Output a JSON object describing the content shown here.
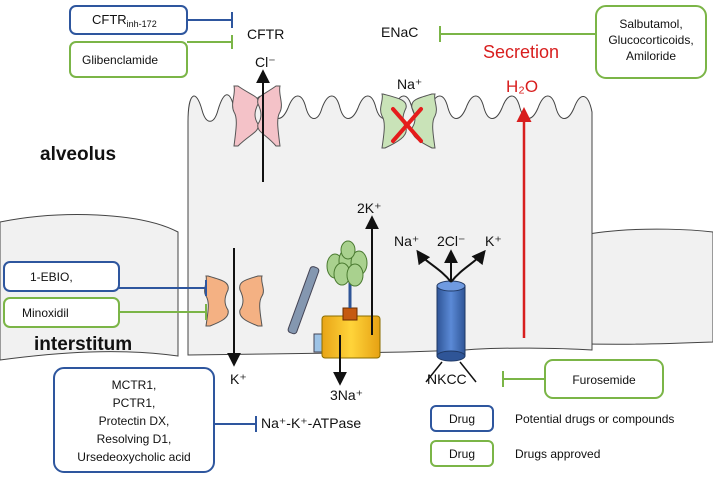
{
  "regions": {
    "alveolus": "alveolus",
    "interstitum": "interstitum"
  },
  "channels": {
    "cftr": "CFTR",
    "enac": "ENaC",
    "nkcc": "NKCC",
    "atpase": "Na⁺-K⁺-ATPase"
  },
  "ions": {
    "cl": "Cl⁻",
    "na_top": "Na⁺",
    "k_bottom": "K⁺",
    "k2": "2K⁺",
    "na3": "3Na⁺",
    "na_nkcc": "Na⁺",
    "cl2": "2Cl⁻",
    "k_nkcc": "K⁺"
  },
  "secretion": {
    "label": "Secretion",
    "water": "H₂O",
    "color": "#d81e1e"
  },
  "drugs": {
    "cftr_inh": {
      "main": "CFTR",
      "sub": "inh-172",
      "type": "potential"
    },
    "glibenclamide": {
      "label": "Glibenclamide",
      "type": "approved"
    },
    "enac_approved": {
      "lines": [
        "Salbutamol,",
        "Glucocorticoids,",
        "Amiloride"
      ],
      "type": "approved"
    },
    "ebio": {
      "label": "1-EBIO,",
      "type": "potential"
    },
    "minoxidil": {
      "label": "Minoxidil",
      "type": "approved"
    },
    "atpase_potential": {
      "lines": [
        "MCTR1,",
        "PCTR1,",
        "Protectin DX,",
        "Resolving D1,",
        "Ursedeoxycholic acid"
      ],
      "type": "potential"
    },
    "furosemide": {
      "label": "Furosemide",
      "type": "approved"
    }
  },
  "legend": {
    "potential": {
      "box": "Drug",
      "text": "Potential drugs or compounds",
      "color": "#2e569e"
    },
    "approved": {
      "box": "Drug",
      "text": "Drugs approved",
      "color": "#7bb547"
    }
  }
}
